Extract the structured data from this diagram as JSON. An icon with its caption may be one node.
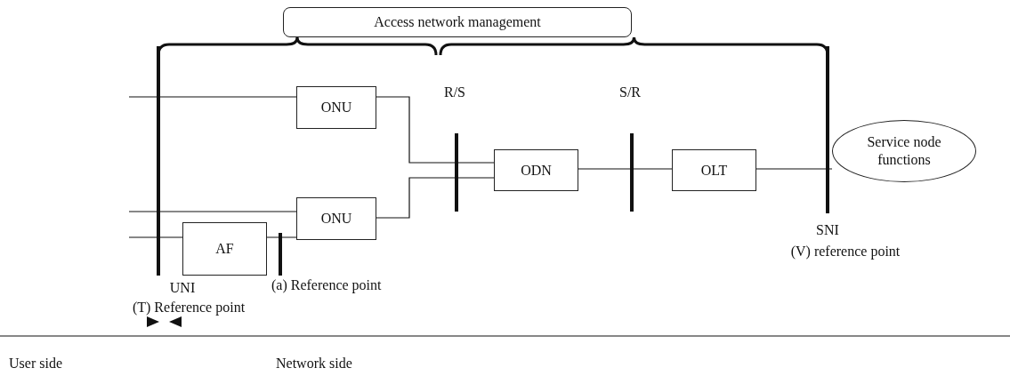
{
  "diagram": {
    "nodes": [
      {
        "text": [
          "Access network management"
        ]
      },
      {
        "text": [
          "ONU"
        ]
      },
      {
        "text": [
          "ONU"
        ]
      },
      {
        "text": [
          "AF"
        ]
      },
      {
        "text": [
          "ODN"
        ]
      },
      {
        "text": [
          "OLT"
        ]
      },
      {
        "text": [
          "Service node functions"
        ]
      }
    ],
    "edges": [
      {
        "from": null,
        "to": 1,
        "arrow": "none"
      },
      {
        "from": null,
        "to": 2,
        "arrow": "none"
      },
      {
        "from": null,
        "to": 3,
        "arrow": "none"
      },
      {
        "from": 3,
        "to": 2,
        "arrow": "none"
      },
      {
        "from": 1,
        "to": 4,
        "arrow": "none"
      },
      {
        "from": 2,
        "to": 4,
        "arrow": "none"
      },
      {
        "from": 4,
        "to": 5,
        "arrow": "none"
      },
      {
        "from": 5,
        "to": 6,
        "arrow": "none"
      }
    ],
    "labels": [
      "R/S",
      "S/R",
      "SNI",
      "(V) reference point",
      "(a) Reference point",
      "UNI",
      "(T) Reference point",
      "User side",
      "Network side"
    ]
  }
}
